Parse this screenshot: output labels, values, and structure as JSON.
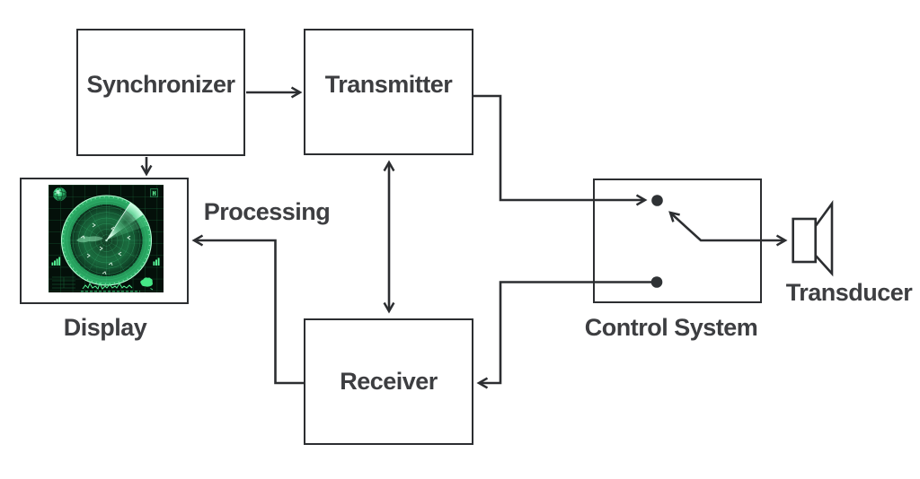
{
  "nodes": {
    "synchronizer": {
      "label": "Synchronizer"
    },
    "transmitter": {
      "label": "Transmitter"
    },
    "receiver": {
      "label": "Receiver"
    },
    "control_system": {
      "label": "Control System"
    },
    "display": {
      "label": "Display"
    },
    "transducer": {
      "label": "Transducer"
    }
  },
  "annotations": {
    "processing": "Processing",
    "radar_h_marker": "H"
  },
  "edges": [
    {
      "from": "synchronizer",
      "to": "transmitter",
      "type": "arrow"
    },
    {
      "from": "synchronizer",
      "to": "display",
      "type": "arrow"
    },
    {
      "from": "transmitter",
      "to": "receiver",
      "type": "double-arrow"
    },
    {
      "from": "transmitter",
      "to": "control_system_top_terminal",
      "type": "arrow"
    },
    {
      "from": "control_system_switch_arm",
      "to": "control_system_top_terminal",
      "type": "arrow"
    },
    {
      "from": "control_system_switch_arm",
      "to": "transducer",
      "type": "arrow"
    },
    {
      "from": "control_system_bottom_terminal",
      "to": "receiver",
      "type": "arrow"
    },
    {
      "from": "receiver",
      "to": "display",
      "type": "arrow",
      "label": "Processing"
    }
  ],
  "colors": {
    "line": "#2c2e31",
    "text": "#3d3e41",
    "box_fill": "#ffffff",
    "background": "#ffffff",
    "radar_background": "#04100a",
    "radar_grid": "#176035",
    "radar_scope_mid": "#1f8a50",
    "radar_bright": "#55ff9b",
    "radar_rim": "#b2ffd3"
  }
}
